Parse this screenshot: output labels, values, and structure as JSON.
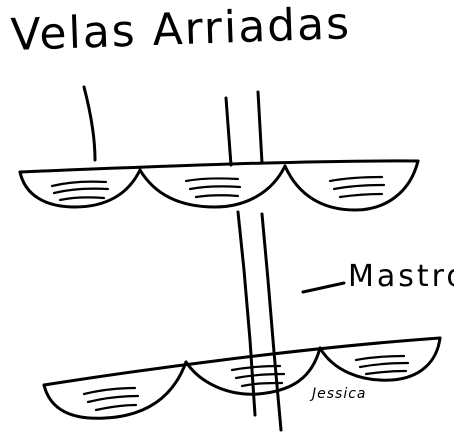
{
  "labels": {
    "title": "Velas Arriadas",
    "mast": "Mastro",
    "signature": "Jessica"
  },
  "colors": {
    "ink": "#000000",
    "paper": "#ffffff"
  }
}
